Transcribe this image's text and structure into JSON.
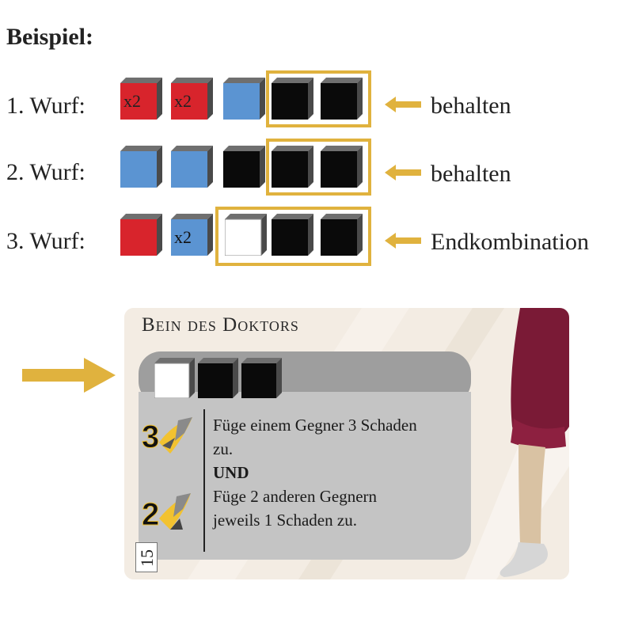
{
  "heading": "Beispiel:",
  "rolls": [
    {
      "label": "1. Wurf:",
      "status": "behalten",
      "dice": [
        {
          "color": "red",
          "text": "x2"
        },
        {
          "color": "red",
          "text": "x2"
        },
        {
          "color": "blue",
          "text": ""
        },
        {
          "color": "black",
          "text": ""
        },
        {
          "color": "black",
          "text": ""
        }
      ]
    },
    {
      "label": "2. Wurf:",
      "status": "behalten",
      "dice": [
        {
          "color": "blue",
          "text": ""
        },
        {
          "color": "blue",
          "text": ""
        },
        {
          "color": "black",
          "text": ""
        },
        {
          "color": "black",
          "text": ""
        },
        {
          "color": "black",
          "text": ""
        }
      ]
    },
    {
      "label": "3. Wurf:",
      "status": "Endkombination",
      "dice": [
        {
          "color": "red",
          "text": ""
        },
        {
          "color": "blue",
          "text": "x2"
        },
        {
          "color": "white",
          "text": ""
        },
        {
          "color": "black",
          "text": ""
        },
        {
          "color": "black",
          "text": ""
        }
      ]
    }
  ],
  "card": {
    "title": "Bein des Doktors",
    "requirement_dice": [
      "white",
      "black",
      "black"
    ],
    "badges": [
      "3",
      "2"
    ],
    "effect_lines": [
      "Füge einem Gegner 3 Schaden",
      "zu.",
      "UND",
      "Füge 2 anderen Gegnern",
      "jeweils 1 Schaden zu."
    ],
    "number": "15"
  },
  "colors": {
    "red": "#d8242c",
    "blue": "#5b94d2",
    "black": "#0a0a0a",
    "white": "#ffffff",
    "accent": "#e0b23e",
    "die_top": "#6f6f6f",
    "die_side": "#4a4a4a"
  }
}
